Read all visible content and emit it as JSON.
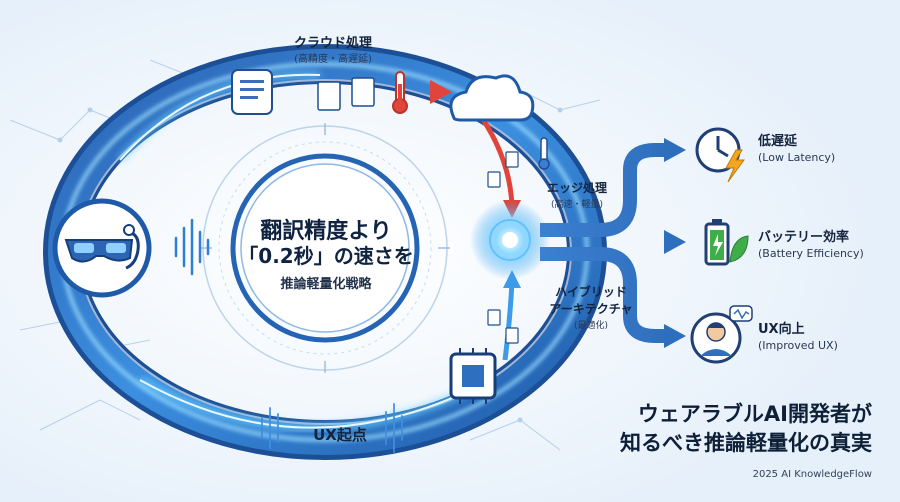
{
  "cloud": {
    "title": "クラウド処理",
    "subtitle": "(高精度・高遅延)"
  },
  "edge": {
    "title": "エッジ処理",
    "subtitle": "(高速・軽量)"
  },
  "hybrid": {
    "title_line1": "ハイブリッド",
    "title_line2": "アーキテクチャ",
    "subtitle": "(最適化)"
  },
  "center": {
    "line1": "翻訳精度より",
    "line2": "「0.2秒」の速さを",
    "line3": "推論軽量化戦略"
  },
  "start_label": "UX起点",
  "benefits": [
    {
      "title": "低遅延",
      "subtitle": "(Low Latency)",
      "icon": "clock-lightning-icon"
    },
    {
      "title": "バッテリー効率",
      "subtitle": "(Battery Efficiency)",
      "icon": "battery-leaf-icon"
    },
    {
      "title": "UX向上",
      "subtitle": "(Improved UX)",
      "icon": "user-chat-icon"
    }
  ],
  "main_title": {
    "line1": "ウェアラブルAI開発者が",
    "line2": "知るべき推論軽量化の真実"
  },
  "copyright": "2025 AI KnowledgeFlow",
  "colors": {
    "accent": "#1e78d8",
    "glow": "#5fc2ff",
    "ring": "#2f6fbf",
    "alert": "#e0443a",
    "leaf": "#3fae49"
  }
}
